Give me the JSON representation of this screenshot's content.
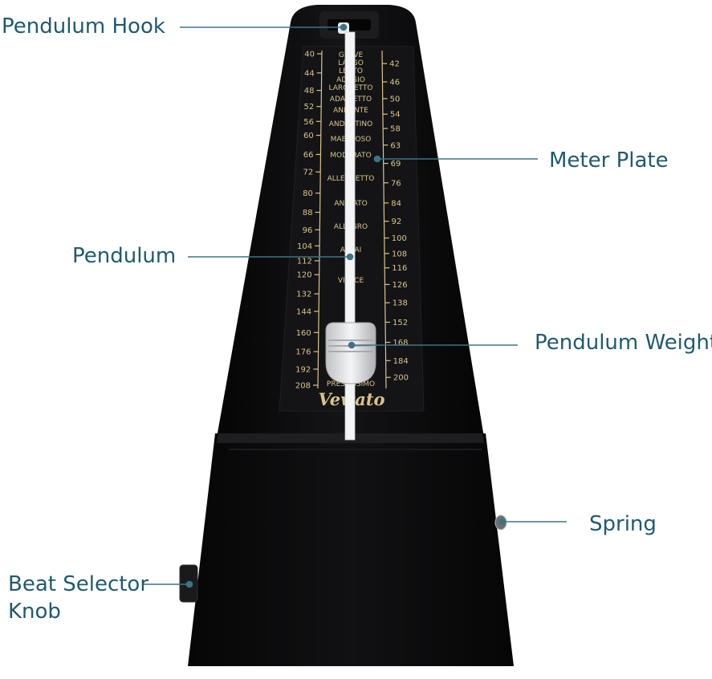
{
  "labels": {
    "pendulum_hook": "Pendulum Hook",
    "meter_plate": "Meter Plate",
    "pendulum": "Pendulum",
    "pendulum_weight": "Pendulum Weight",
    "spring": "Spring",
    "beat_selector_knob": "Beat Selector\nKnob"
  },
  "brand": "Vewato",
  "scale_left": [
    "40",
    "44",
    "48",
    "52",
    "56",
    "60",
    "66",
    "72",
    "80",
    "88",
    "96",
    "104",
    "112",
    "120",
    "132",
    "144",
    "160",
    "176",
    "192",
    "208"
  ],
  "scale_right": [
    "42",
    "46",
    "50",
    "54",
    "58",
    "63",
    "69",
    "76",
    "84",
    "92",
    "100",
    "108",
    "116",
    "126",
    "138",
    "152",
    "168",
    "184",
    "200"
  ],
  "tempo_marks": [
    "GRAVE",
    "LARGO",
    "LENTO",
    "ADAGIO",
    "LARGHETTO",
    "ADAGIETTO",
    "ANDANTE",
    "ANDANTINO",
    "MAESTOSO",
    "MODERATO",
    "ALLEGRETTO",
    "ANIMATO",
    "ALLEGRO",
    "ASSAI",
    "VIVACE",
    "PRESTISSIMO"
  ],
  "colors": {
    "body": "#0d0d0f",
    "plate": "#161618",
    "scale_gold": "#d8c48a",
    "callout_text": "#1f5a6e",
    "leader_line": "#3e7385"
  }
}
